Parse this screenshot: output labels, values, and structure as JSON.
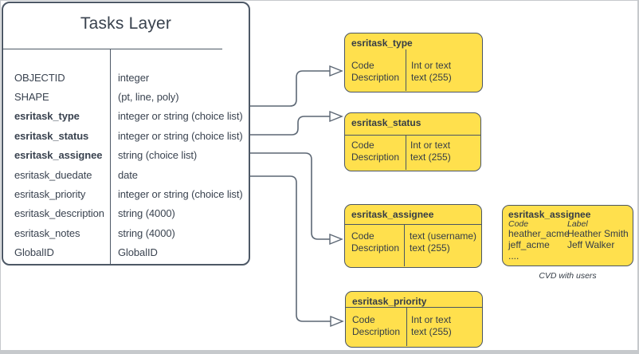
{
  "colors": {
    "choice_box_fill": "#FFE04D",
    "stroke_dark": "#4A5563",
    "table_border": "#4D5866",
    "text_dark": "#3A4350",
    "connector": "#5C6774",
    "canvas_edge": "#C6C9CC"
  },
  "main_table": {
    "title": "Tasks Layer",
    "fields": [
      {
        "name": "OBJECTID",
        "type": "integer"
      },
      {
        "name": "SHAPE",
        "type": "(pt, line, poly)"
      },
      {
        "name": "esritask_type",
        "type": "integer or string (choice list)"
      },
      {
        "name": "esritask_status",
        "type": "integer or string (choice list)"
      },
      {
        "name": "esritask_assignee",
        "type": "string (choice list)"
      },
      {
        "name": "esritask_duedate",
        "type": "date"
      },
      {
        "name": "esritask_priority",
        "type": "integer or string (choice list)"
      },
      {
        "name": "esritask_description",
        "type": "string (4000)"
      },
      {
        "name": "esritask_notes",
        "type": "string (4000)"
      },
      {
        "name": "GlobalID",
        "type": "GlobalID"
      }
    ]
  },
  "choice_tables": [
    {
      "title": "esritask_type",
      "left": [
        "Code",
        "Description"
      ],
      "right": [
        "Int or text",
        "text (255)"
      ]
    },
    {
      "title": "esritask_status",
      "left": [
        "Code",
        "Description"
      ],
      "right": [
        "Int or text",
        "text (255)"
      ]
    },
    {
      "title": "esritask_assignee",
      "left": [
        "Code",
        "Description"
      ],
      "right": [
        "text (username)",
        "text (255)"
      ]
    },
    {
      "title": "esritask_priority",
      "left": [
        "Code",
        "Description"
      ],
      "right": [
        "Int or text",
        "text (255)"
      ]
    }
  ],
  "cvd_box": {
    "title": "esritask_assignee",
    "col_headers": [
      "Code",
      "Label"
    ],
    "rows": [
      {
        "code": "heather_acme",
        "label": "Heather Smith"
      },
      {
        "code": "jeff_acme",
        "label": "Jeff Walker"
      }
    ],
    "more": "....",
    "caption": "CVD with users"
  },
  "connections": [
    {
      "from": "esritask_type",
      "to": "esritask_type choice table"
    },
    {
      "from": "esritask_status",
      "to": "esritask_status choice table"
    },
    {
      "from": "esritask_assignee",
      "to": "esritask_assignee choice table"
    },
    {
      "from": "esritask_priority",
      "to": "esritask_priority choice table"
    }
  ]
}
